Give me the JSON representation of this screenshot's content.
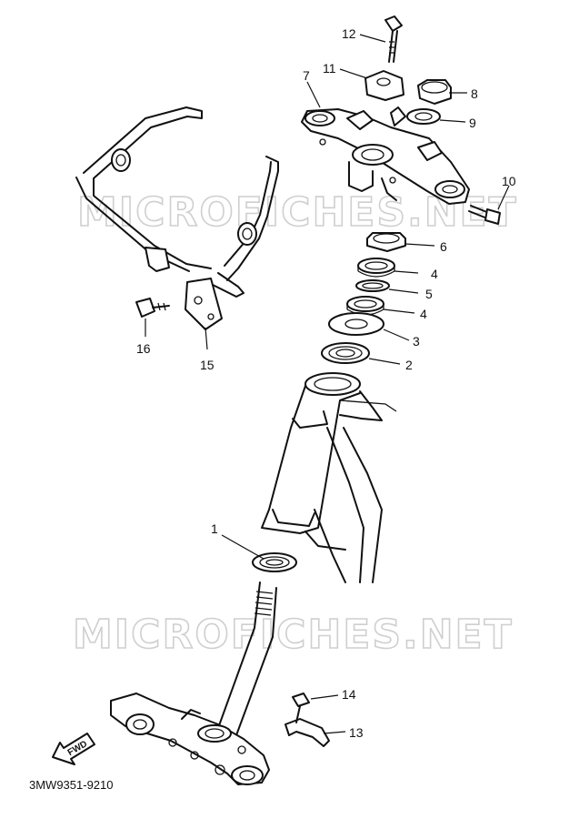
{
  "watermark": "MICROFICHES.NET",
  "diagram_code": "3MW9351-9210",
  "fwd_label": "FWD",
  "callouts": [
    {
      "id": "1",
      "label": "1"
    },
    {
      "id": "2",
      "label": "2"
    },
    {
      "id": "3",
      "label": "3"
    },
    {
      "id": "4a",
      "label": "4"
    },
    {
      "id": "4b",
      "label": "4"
    },
    {
      "id": "5",
      "label": "5"
    },
    {
      "id": "6",
      "label": "6"
    },
    {
      "id": "7",
      "label": "7"
    },
    {
      "id": "8",
      "label": "8"
    },
    {
      "id": "9",
      "label": "9"
    },
    {
      "id": "10",
      "label": "10"
    },
    {
      "id": "11",
      "label": "11"
    },
    {
      "id": "12",
      "label": "12"
    },
    {
      "id": "13",
      "label": "13"
    },
    {
      "id": "14",
      "label": "14"
    },
    {
      "id": "15",
      "label": "15"
    },
    {
      "id": "16",
      "label": "16"
    }
  ]
}
